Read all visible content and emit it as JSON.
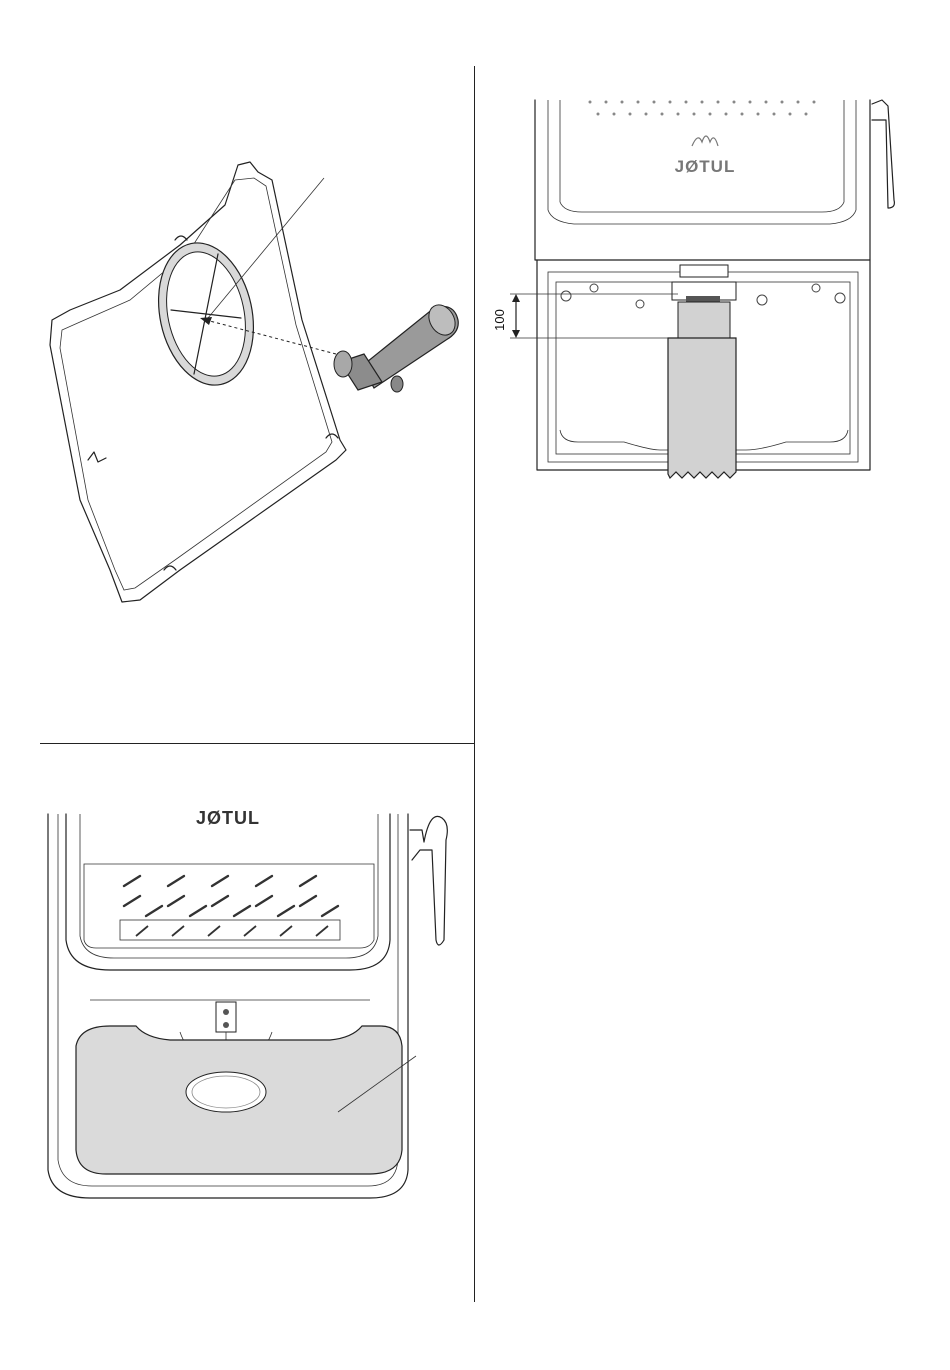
{
  "figure_b": {
    "dimension_label": "100",
    "logo_text": "JØTUL"
  },
  "figure_c": {
    "logo_text": "JØTUL"
  }
}
